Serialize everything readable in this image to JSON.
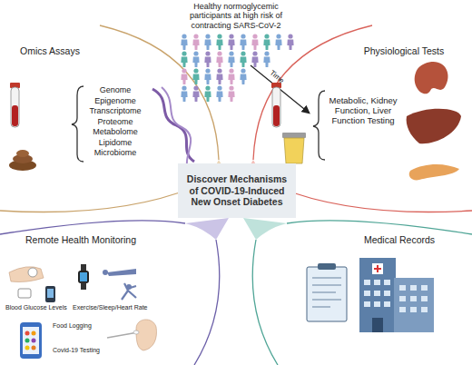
{
  "diagram": {
    "nodes": [
      {
        "text": [
          "Omics Assays",
          "Genome",
          "Epigenome",
          "Transcriptome",
          "Proteome",
          "Metabolome",
          "Lipidome",
          "Microbiome"
        ]
      },
      {
        "text": [
          "Physiological Tests",
          "Metabolic, Kidney Function, Liver Function Testing"
        ]
      },
      {
        "text": [
          "Discover Mechanisms of COVID-19-Induced New Onset Diabetes"
        ]
      },
      {
        "text": [
          "Remote Health Monitoring",
          "Blood Glucose Levels",
          "Exercise/Sleep/Heart Rate",
          "Food Logging",
          "Covid-19 Testing"
        ]
      },
      {
        "text": [
          "Medical Records"
        ]
      }
    ],
    "labels": [
      "Healthy normoglycemic participants at high risk of contracting SARS-CoV-2",
      "Time"
    ]
  }
}
